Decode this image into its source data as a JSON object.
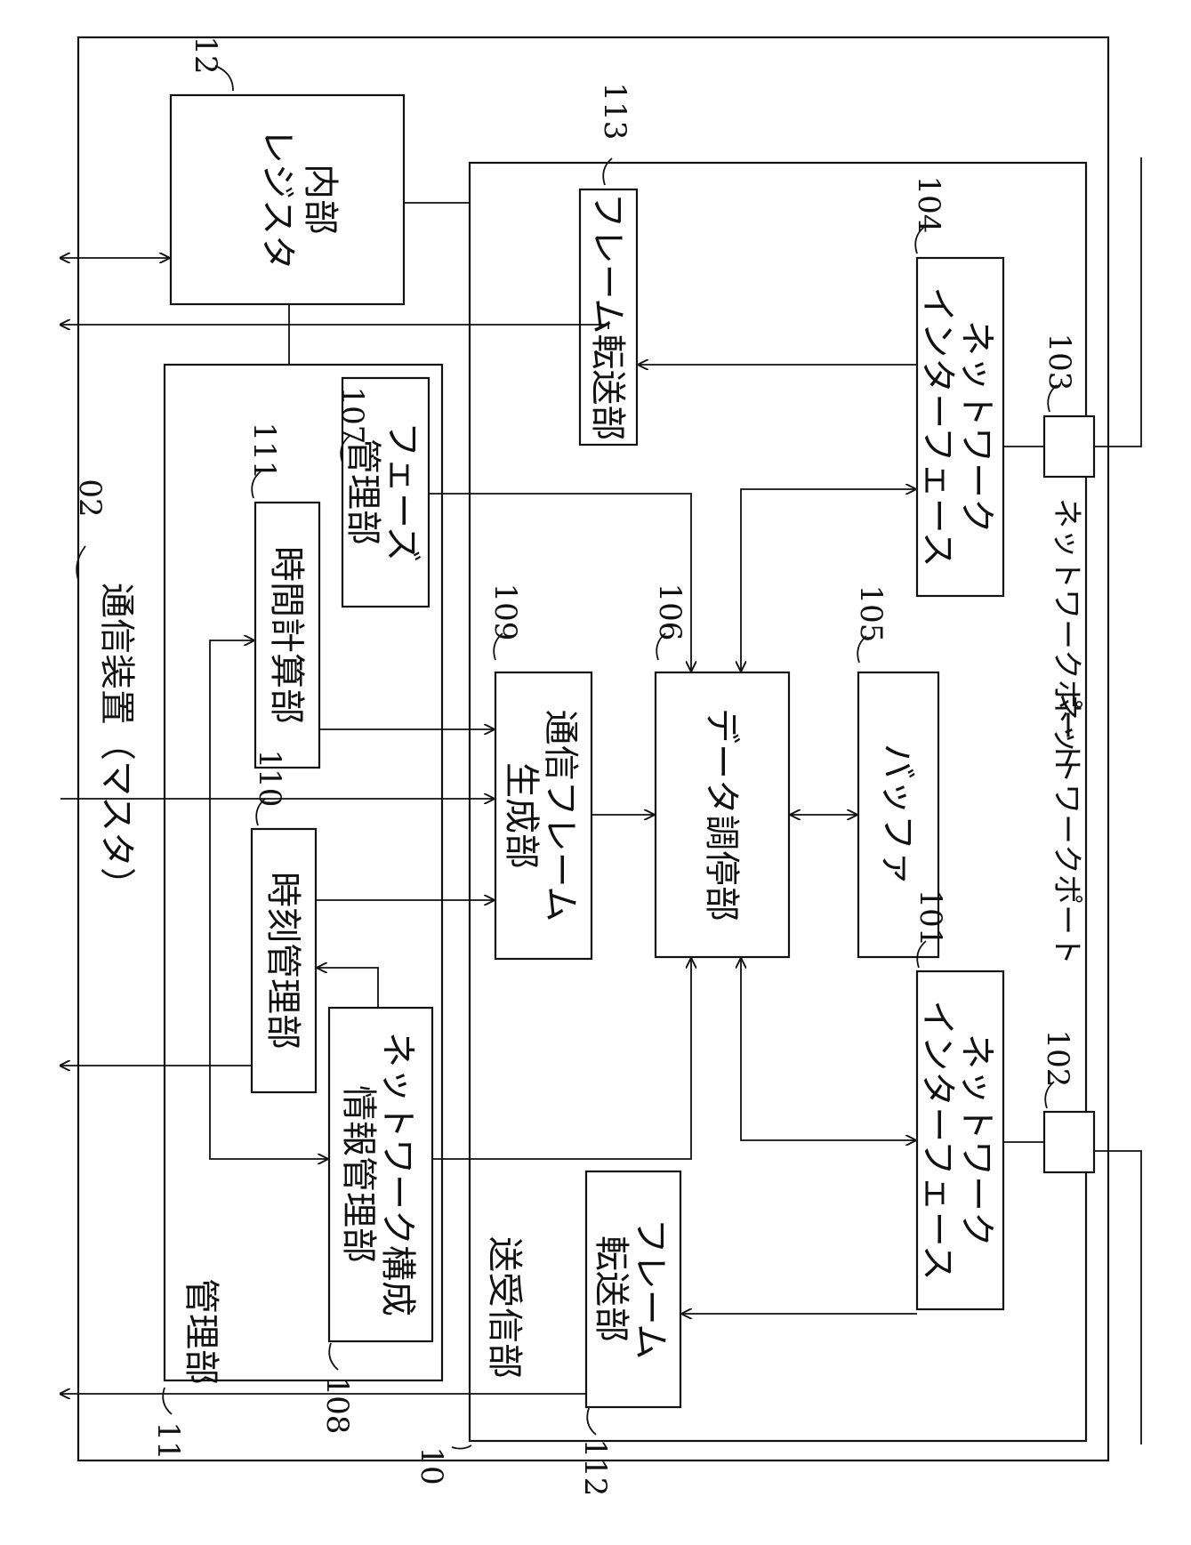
{
  "title": "通信装置（マスタ）",
  "refs": {
    "device": "02",
    "management": "11",
    "register": "12",
    "txrx": "10",
    "nif_101": "101",
    "port_102": "102",
    "port_103": "103",
    "nif_104": "104",
    "buffer": "105",
    "arbiter": "106",
    "phase": "107",
    "topology": "108",
    "frame_gen": "109",
    "time_mgmt": "110",
    "time_calc": "111",
    "frame_fwd_112": "112",
    "frame_fwd_113": "113"
  },
  "blocks": {
    "management_label": "管理部",
    "txrx_label": "送受信部",
    "register_line1": "内部",
    "register_line2": "レジスタ",
    "phase_line1": "フェーズ",
    "phase_line2": "管理部",
    "time_calc": "時間計算部",
    "time_mgmt": "時刻管理部",
    "topology_line1": "ネットワーク構成",
    "topology_line2": "情報管理部",
    "frame_gen_line1": "通信フレーム",
    "frame_gen_line2": "生成部",
    "arbiter": "データ調停部",
    "buffer": "バッファ",
    "frame_fwd_113": "フレーム転送部",
    "frame_fwd_112_line1": "フレーム",
    "frame_fwd_112_line2": "転送部",
    "nif_104_line1": "ネットワーク",
    "nif_104_line2": "インターフェース",
    "nif_101_line1": "ネットワーク",
    "nif_101_line2": "インターフェース",
    "port_label_103": "ネットワークポート",
    "port_label_102": "ネットワークポート"
  }
}
